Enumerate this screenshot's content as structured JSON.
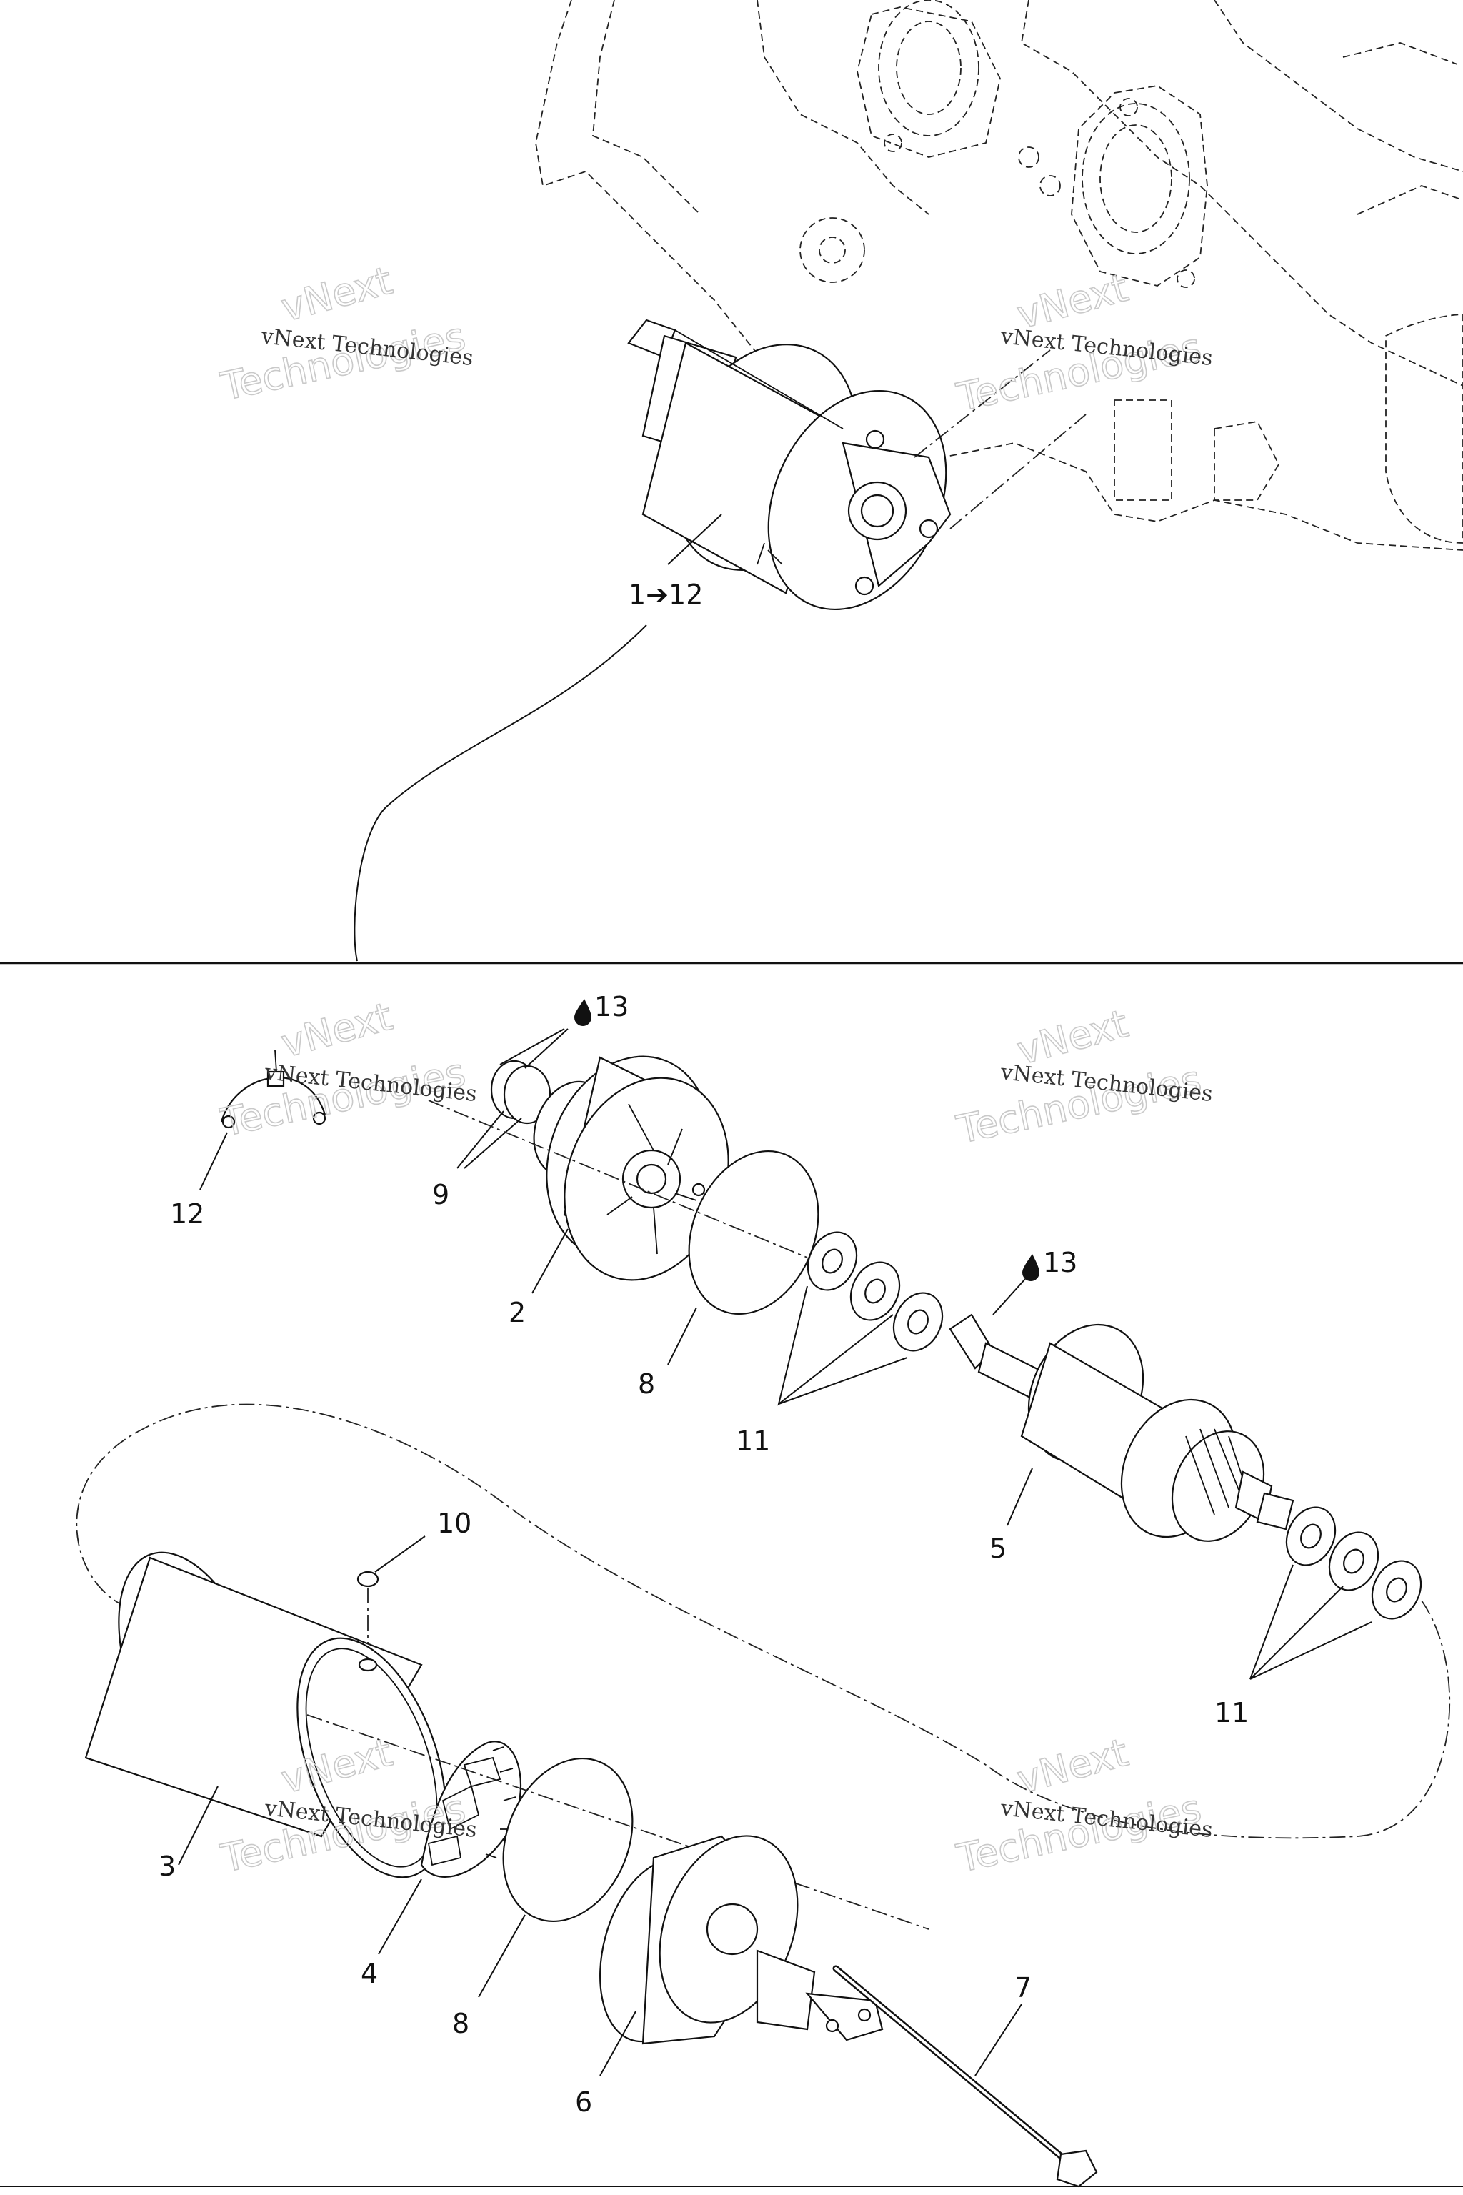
{
  "watermark": {
    "line1": "vNext Technologies",
    "line2": "vNext",
    "line3": "Technologies"
  },
  "labels": {
    "assembly": "1➔12",
    "p2": "2",
    "p3": "3",
    "p4": "4",
    "p5": "5",
    "p6": "6",
    "p7": "7",
    "p8a": "8",
    "p8b": "8",
    "p9": "9",
    "p10": "10",
    "p11a": "11",
    "p11b": "11",
    "p12": "12",
    "p13a": "13",
    "p13b": "13"
  }
}
